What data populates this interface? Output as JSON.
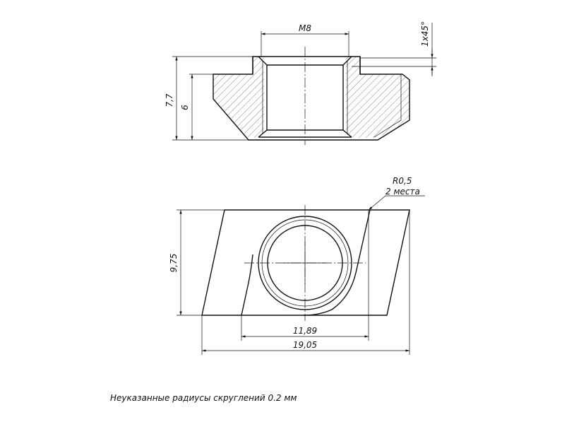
{
  "section_view": {
    "thread_label": "M8",
    "chamfer_label": "1x45°",
    "overall_height_label": "7,7",
    "body_height_label": "6"
  },
  "plan_view": {
    "radius_label": "R0,5",
    "radius_qty_label": "2 места",
    "height_label": "9,75",
    "inner_width_label": "11,89",
    "overall_width_label": "19,05"
  },
  "note": "Неуказанные радиусы скруглений 0.2 мм",
  "colors": {
    "line": "#111111",
    "background": "#ffffff"
  }
}
